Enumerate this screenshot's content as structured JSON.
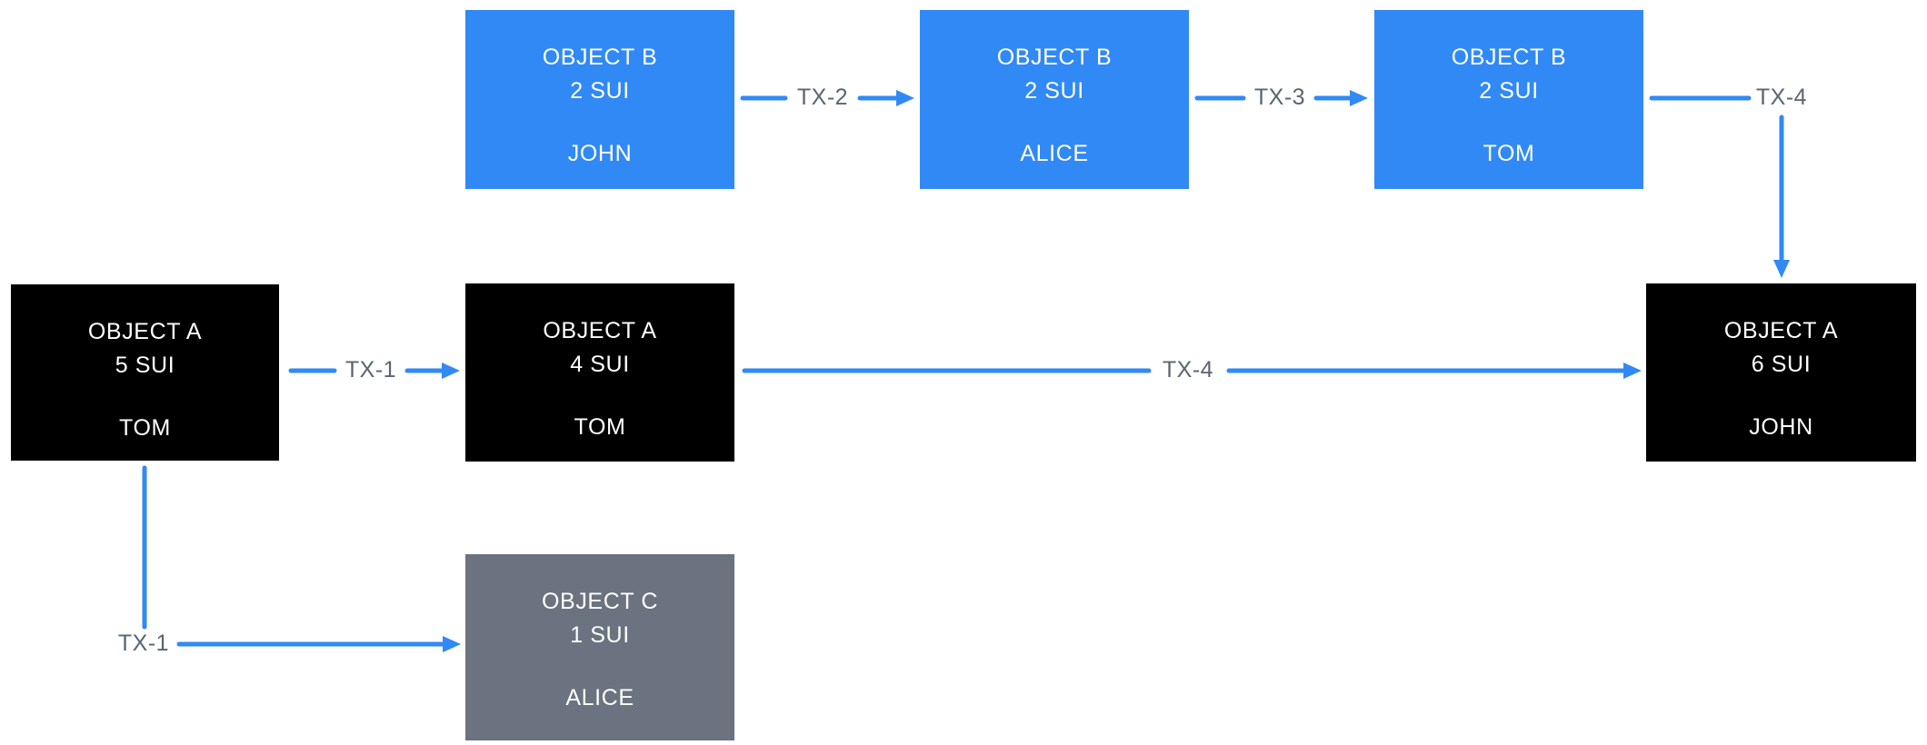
{
  "diagram": {
    "description": "Sui object ownership flow diagram",
    "colors": {
      "object_b_fill": "#3189F5",
      "object_a_fill": "#000000",
      "object_c_fill": "#6B7280",
      "arrow": "#3189F5",
      "edge_label_text": "#5A6472",
      "node_text": "#FFFFFF",
      "background": "#FFFFFF"
    },
    "nodes": [
      {
        "id": "b-john",
        "title": "OBJECT B",
        "amount": "2 SUI",
        "owner": "JOHN",
        "variant": "blue"
      },
      {
        "id": "b-alice",
        "title": "OBJECT B",
        "amount": "2 SUI",
        "owner": "ALICE",
        "variant": "blue"
      },
      {
        "id": "b-tom",
        "title": "OBJECT B",
        "amount": "2 SUI",
        "owner": "TOM",
        "variant": "blue"
      },
      {
        "id": "a-tom-5",
        "title": "OBJECT A",
        "amount": "5 SUI",
        "owner": "TOM",
        "variant": "black"
      },
      {
        "id": "a-tom-4",
        "title": "OBJECT A",
        "amount": "4 SUI",
        "owner": "TOM",
        "variant": "black"
      },
      {
        "id": "a-john-6",
        "title": "OBJECT A",
        "amount": "6 SUI",
        "owner": "JOHN",
        "variant": "black"
      },
      {
        "id": "c-alice",
        "title": "OBJECT C",
        "amount": "1 SUI",
        "owner": "ALICE",
        "variant": "gray"
      }
    ],
    "edges": [
      {
        "id": "tx1-split",
        "label": "TX-1",
        "from": "a-tom-5",
        "to": "a-tom-4"
      },
      {
        "id": "tx1-merge",
        "label": "TX-1",
        "from": "a-tom-5",
        "to": "c-alice"
      },
      {
        "id": "tx2",
        "label": "TX-2",
        "from": "b-john",
        "to": "b-alice"
      },
      {
        "id": "tx3",
        "label": "TX-3",
        "from": "b-alice",
        "to": "b-tom"
      },
      {
        "id": "tx4-top",
        "label": "TX-4",
        "from": "b-tom",
        "to": "a-john-6"
      },
      {
        "id": "tx4-long",
        "label": "TX-4",
        "from": "a-tom-4",
        "to": "a-john-6"
      }
    ]
  }
}
